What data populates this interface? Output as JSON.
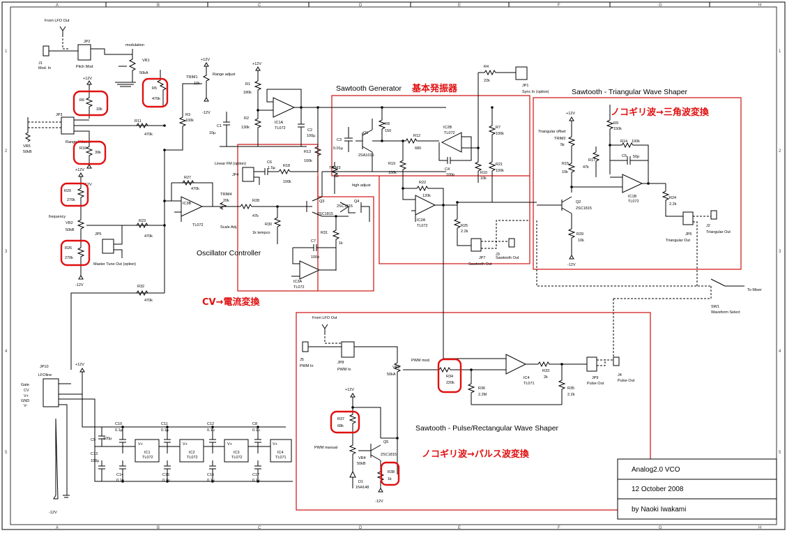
{
  "sections": {
    "sawtooth_generator": "Sawtooth Generator",
    "sawtooth_generator_jp": "基本発振器",
    "saw_tri": "Sawtooth - Triangular Wave Shaper",
    "saw_tri_jp": "ノコギリ波→三角波変換",
    "oscillator_controller": "Oscillator Controller",
    "cv_jp": "CV→電流変換",
    "saw_pulse": "Sawtooth - Pulse/Rectangular Wave Shaper",
    "saw_pulse_jp": "ノコギリ波→パルス波変換"
  },
  "title_block": {
    "title": "Analog2.0 VCO",
    "date": "12 October 2008",
    "author": "by Naoki Iwakami"
  },
  "grid": {
    "columns": [
      "A",
      "B",
      "C",
      "D",
      "E",
      "F",
      "G",
      "H"
    ],
    "rows": [
      "1",
      "2",
      "3",
      "4",
      "5"
    ]
  },
  "labels": {
    "from_lfo_top": "From LFO Out",
    "j1": "J1",
    "j1b": "Mod. In",
    "jp2": "JP2",
    "pitch_mod": "Pitch Mod",
    "modulation": "modulation",
    "vr1": "VR1",
    "vr1v": "50kA",
    "r5": "R5",
    "r5v": "470k",
    "trim1": "TRIM1",
    "trim1v": "10k",
    "range_adjust": "Range adjust",
    "p12a": "+12V",
    "m12a": "-12V",
    "r3": "R3",
    "r3v": "100k",
    "p12b": "+12V",
    "r6": "R6",
    "r6v": "33k",
    "jp3": "JP3",
    "range_volume": "Range Volume",
    "vr5": "VR5",
    "vr5v": "50kB",
    "r11": "R11",
    "r11v": "470k",
    "r16": "R16",
    "r16v": "39k",
    "p12c": "+12V",
    "m12b": "-12V",
    "r20": "R20",
    "r20v": "270k",
    "frequency": "frequency",
    "vr2": "VR2",
    "vr2v": "50kB",
    "r26": "R26",
    "r26v": "270k",
    "m12c": "-12V",
    "jp5": "JP5",
    "master_tune": "Master Tune Out (option)",
    "r23": "R23",
    "r23v": "470k",
    "r27": "R27",
    "r27v": "470k",
    "ic3b": "IC3B",
    "ic3bt": "TL072",
    "trim4": "TRIM4",
    "trim4v": "20k",
    "scale_adj": "Scale Adj.",
    "r32": "R32",
    "r32v": "470k",
    "p12d": "+12V",
    "r1": "R1",
    "r1v": "180k",
    "r2": "R2",
    "r2v": "130k",
    "c1": "C1",
    "c1v": "10µ",
    "ic1a": "IC1A",
    "ic1at": "TL072",
    "c2": "C2",
    "c2v": "100µ",
    "linear_fm": "Linear FM (option)",
    "jp4": "JP4",
    "c6": "C6",
    "c6v": "1.5µ",
    "r18": "R18",
    "r18v": "100k",
    "r13": "R13",
    "r13v": "100k",
    "r28": "R28",
    "r28v": "47k",
    "r30": "R30",
    "r30v": "1k tempco",
    "q3": "Q3",
    "q3t": "2SC1815",
    "q4": "Q4",
    "q4t": "2SC1815",
    "r31": "R31",
    "r31v": "1k",
    "c7": "C7",
    "c7v": "100p",
    "ic3a": "IC3A",
    "ic3at": "TL072",
    "c3": "C3",
    "c3v": "0.01µ",
    "q1": "Q1",
    "q1t": "2SA1015",
    "r8": "R8",
    "r8v": "150",
    "r12": "R12",
    "r12v": "680",
    "ic2b": "IC2B",
    "ic2bt": "TL072",
    "c4": "C4",
    "c4v": "100p",
    "trim3": "TRIM3",
    "trim3v": "5k",
    "high_adjust": "high adjust",
    "r19": "R19",
    "r19v": "100k",
    "r4": "R4",
    "r4v": "22k",
    "jp1": "JP1",
    "sync_in": "Sync In (option)",
    "r7": "R7",
    "r7v": "100k",
    "r10": "R10",
    "r10v": "10k",
    "r21": "R21",
    "r21v": "100k",
    "r22": "R22",
    "r22v": "120k",
    "ic2a": "IC2A",
    "ic2at": "TL072",
    "r25": "R25",
    "r25v": "2.2k",
    "jp7": "JP7",
    "sawtooth_out": "Sawtooth Out",
    "j3": "J3",
    "sawtooth_out2": "Sawtooth Out",
    "p12e": "+12V",
    "triangular_offset": "Triangular offset",
    "trim2": "TRIM2",
    "trim2v": "5k",
    "r9": "R9",
    "r9v": "150k",
    "r17": "R17",
    "r17v": "47k",
    "r14": "R14",
    "r14v": "100k",
    "c5": "C5",
    "c5v": "50p",
    "r15": "R15",
    "r15v": "10k",
    "ic1b": "IC1B",
    "ic1bt": "TL072",
    "q2": "Q2",
    "q2t": "2SC1815",
    "r29": "R29",
    "r29v": "10k",
    "m12d": "-12V",
    "r24": "R24",
    "r24v": "2.2k",
    "jp6": "JP6",
    "triangular_out": "Triangular Out",
    "j2": "J2",
    "triangular_out2": "Triangular Out",
    "to_mixer": "To Mixer",
    "sw1": "SW1",
    "waveform_select": "Waveform Select",
    "jp10": "JP10",
    "lfoline": "LFOline",
    "gate": "Gate",
    "cv": "CV",
    "vplus": "V+",
    "gnd": "GND",
    "vminus": "V-",
    "p12f": "+12V",
    "m12e": "-12V",
    "from_lfo_mid": "From LFO Out",
    "j5": "J5",
    "pwm_in": "PWM In",
    "jp8": "JP8",
    "pwm_in2": "PWM In",
    "pwm_mod": "PWM mod.",
    "vr3": "VR3",
    "vr3v": "50kA",
    "r34": "R34",
    "r34v": "220k",
    "r36": "R36",
    "r36v": "2.2M",
    "ic4": "IC4",
    "ic4t": "TL071",
    "r33": "R33",
    "r33v": "2k",
    "r35": "R35",
    "r35v": "2.2k",
    "jp9": "JP9",
    "pulse_out": "Pulse Out",
    "j4": "J4",
    "pulse_out2": "Pulse Out",
    "p12g": "+12V",
    "r37": "R37",
    "r37v": "68k",
    "pwm_manual": "PWM manual",
    "vr4": "VR4",
    "vr4v": "50kB",
    "q5": "Q5",
    "q5t": "2SC1815",
    "d1": "D1",
    "d1v": "1N4148",
    "r38": "R38",
    "r38v": "1k",
    "m12f": "-12V",
    "c10": "C10",
    "c10v": "0.1µ",
    "c11": "C11",
    "c11v": "0.1µ",
    "c12": "C12",
    "c12v": "0.1µ",
    "c8": "C8",
    "c8v": "0.1µ",
    "c9": "C9",
    "c9v": "100µ",
    "c13": "C13",
    "c13v": "100µ",
    "c14": "C14",
    "c14v": "0.1µ",
    "c15": "C15",
    "c15v": "0.1µ",
    "c16": "C16",
    "c16v": "0.1µ",
    "c17": "C17",
    "c17v": "0.1µ",
    "ic1": "IC1",
    "ic1t": "TL072",
    "ic2": "IC2",
    "ic2t": "TL072",
    "ic3": "IC3",
    "ic3t": "TL072",
    "ic4b": "IC4",
    "ic4bt": "TL071",
    "vp": "V+",
    "vm": "V-"
  },
  "colors": {
    "annotation_red": "#e01010",
    "wire": "#000000",
    "background": "#ffffff"
  }
}
